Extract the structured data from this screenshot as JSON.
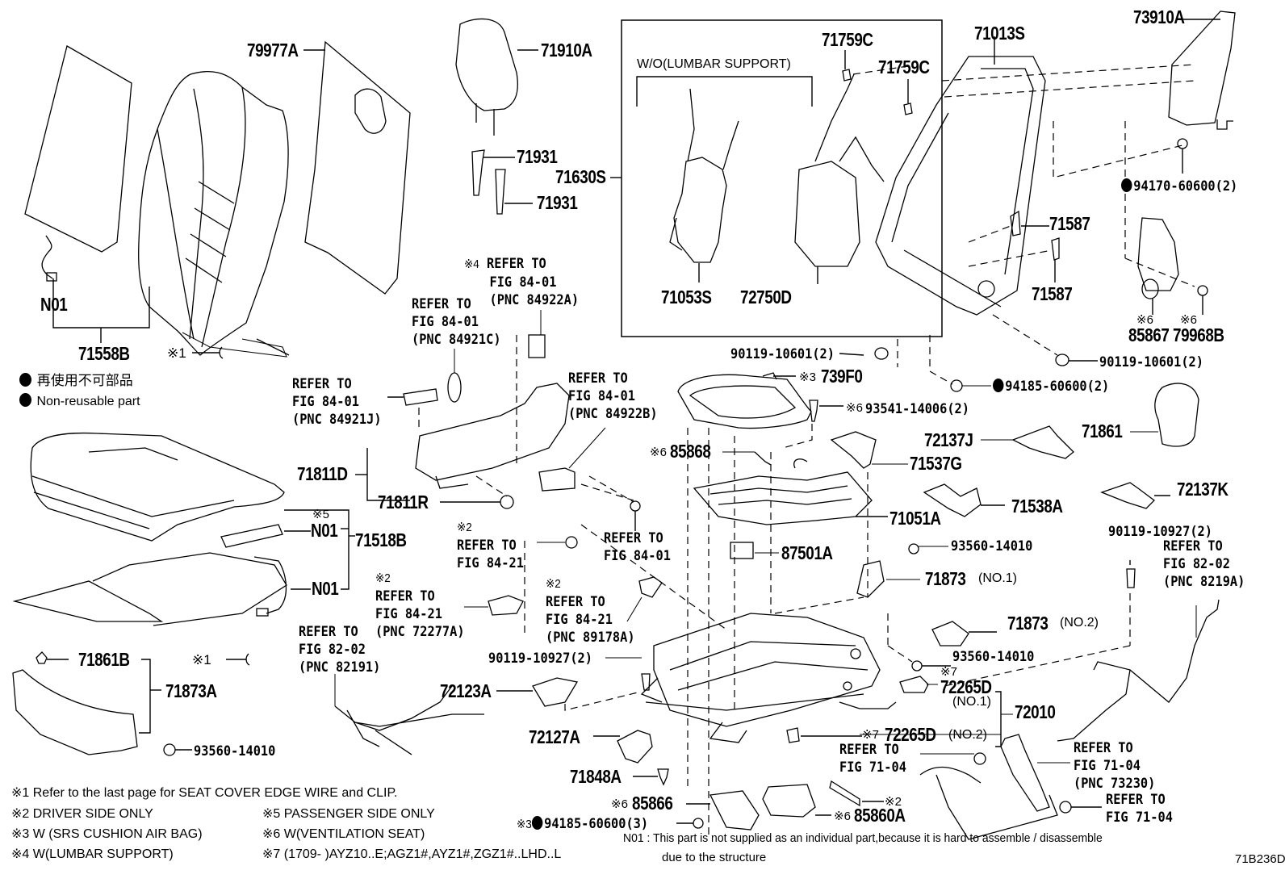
{
  "diagram_id": "71B236D",
  "legend": {
    "jp": "再使用不可部品",
    "en": "Non-reusable part"
  },
  "inset": {
    "title": "W/O(LUMBAR SUPPORT)"
  },
  "parts": {
    "p79977A": "79977A",
    "p71910A": "71910A",
    "p71931a": "71931",
    "p71931b": "71931",
    "p71630S": "71630S",
    "p71759Ca": "71759C",
    "p71759Cb": "71759C",
    "p71013S": "71013S",
    "p73910A": "73910A",
    "p94170": "94170-60600(2)",
    "p71587a": "71587",
    "p71587b": "71587",
    "p71053S": "71053S",
    "p72750D": "72750D",
    "p85867": "85867",
    "p79968B": "79968B",
    "p90119_10601a": "90119-10601(2)",
    "p90119_10601b": "90119-10601(2)",
    "p94185a": "94185-60600(2)",
    "p739F0": "739F0",
    "p93541": "93541-14006(2)",
    "p71861": "71861",
    "p72137J": "72137J",
    "p71537G": "71537G",
    "p85868": "85868",
    "p71051A": "71051A",
    "p71538A": "71538A",
    "p72137K": "72137K",
    "p87501A": "87501A",
    "p93560a": "93560-14010",
    "p90119_10927a": "90119-10927(2)",
    "p71873no1": "71873",
    "p71873no2": "71873",
    "no1": "(NO.1)",
    "no2": "(NO.2)",
    "no1b": "(NO.1)",
    "no2b": "(NO.2)",
    "p93560b": "93560-14010",
    "p72265Da": "72265D",
    "p72265Db": "72265D",
    "p72010": "72010",
    "p71558B": "71558B",
    "n01a": "N01",
    "p71811D": "71811D",
    "p71811R": "71811R",
    "p71518B": "71518B",
    "n01b": "N01",
    "n01c": "N01",
    "p71861B": "71861B",
    "p71873A": "71873A",
    "p93560c": "93560-14010",
    "p90119_10927b": "90119-10927(2)",
    "p72123A": "72123A",
    "p72127A": "72127A",
    "p71848A": "71848A",
    "p85866": "85866",
    "p94185b": "94185-60600(3)",
    "p85860A": "85860A"
  },
  "marks": {
    "m1a": "※1",
    "m1b": "※1",
    "m2a": "※2",
    "m2b": "※2",
    "m2c": "※2",
    "m2d": "※2",
    "m3a": "※3",
    "m3b": "※3",
    "m4": "※4",
    "m5": "※5",
    "m6a": "※6",
    "m6b": "※6",
    "m6c": "※6",
    "m6d": "※6",
    "m6e": "※6",
    "m6f": "※6",
    "m7a": "※7",
    "m7b": "※7"
  },
  "refs": {
    "r84922A": [
      "REFER TO",
      "FIG 84-01",
      "(PNC 84922A)"
    ],
    "r84921C": [
      "REFER TO",
      "FIG 84-01",
      "(PNC 84921C)"
    ],
    "r84921J": [
      "REFER TO",
      "FIG 84-01",
      "(PNC 84921J)"
    ],
    "r84922B": [
      "REFER TO",
      "FIG 84-01",
      "(PNC 84922B)"
    ],
    "r8421a": [
      "REFER TO",
      "FIG 84-21"
    ],
    "r8401": [
      "REFER TO",
      "FIG 84-01"
    ],
    "r72277A": [
      "REFER TO",
      "FIG 84-21",
      "(PNC 72277A)"
    ],
    "r89178A": [
      "REFER TO",
      "FIG 84-21",
      "(PNC 89178A)"
    ],
    "r82191": [
      "REFER TO",
      "FIG 82-02",
      "(PNC 82191)"
    ],
    "r8219A": [
      "REFER TO",
      "FIG 82-02",
      "(PNC 8219A)"
    ],
    "r7104a": [
      "REFER TO",
      "FIG 71-04"
    ],
    "r73230": [
      "REFER TO",
      "FIG 71-04",
      "(PNC 73230)"
    ],
    "r7104b": [
      "REFER TO",
      "FIG 71-04"
    ]
  },
  "footnotes": {
    "f1": "※1  Refer to the last page for SEAT COVER EDGE WIRE and CLIP.",
    "f2": "※2  DRIVER SIDE ONLY",
    "f3": "※3  W (SRS CUSHION AIR BAG)",
    "f4": "※4 W(LUMBAR SUPPORT)",
    "f5": "※5 PASSENGER SIDE ONLY",
    "f6": "※6 W(VENTILATION SEAT)",
    "f7": "※7 (1709-      )AYZ10..E;AGZ1#,AYZ1#,ZGZ1#..LHD..L",
    "n01_line1": "N01 : This part is not supplied as an individual part,because it is hard to assemble / disassemble",
    "n01_line2": "due to the structure"
  }
}
